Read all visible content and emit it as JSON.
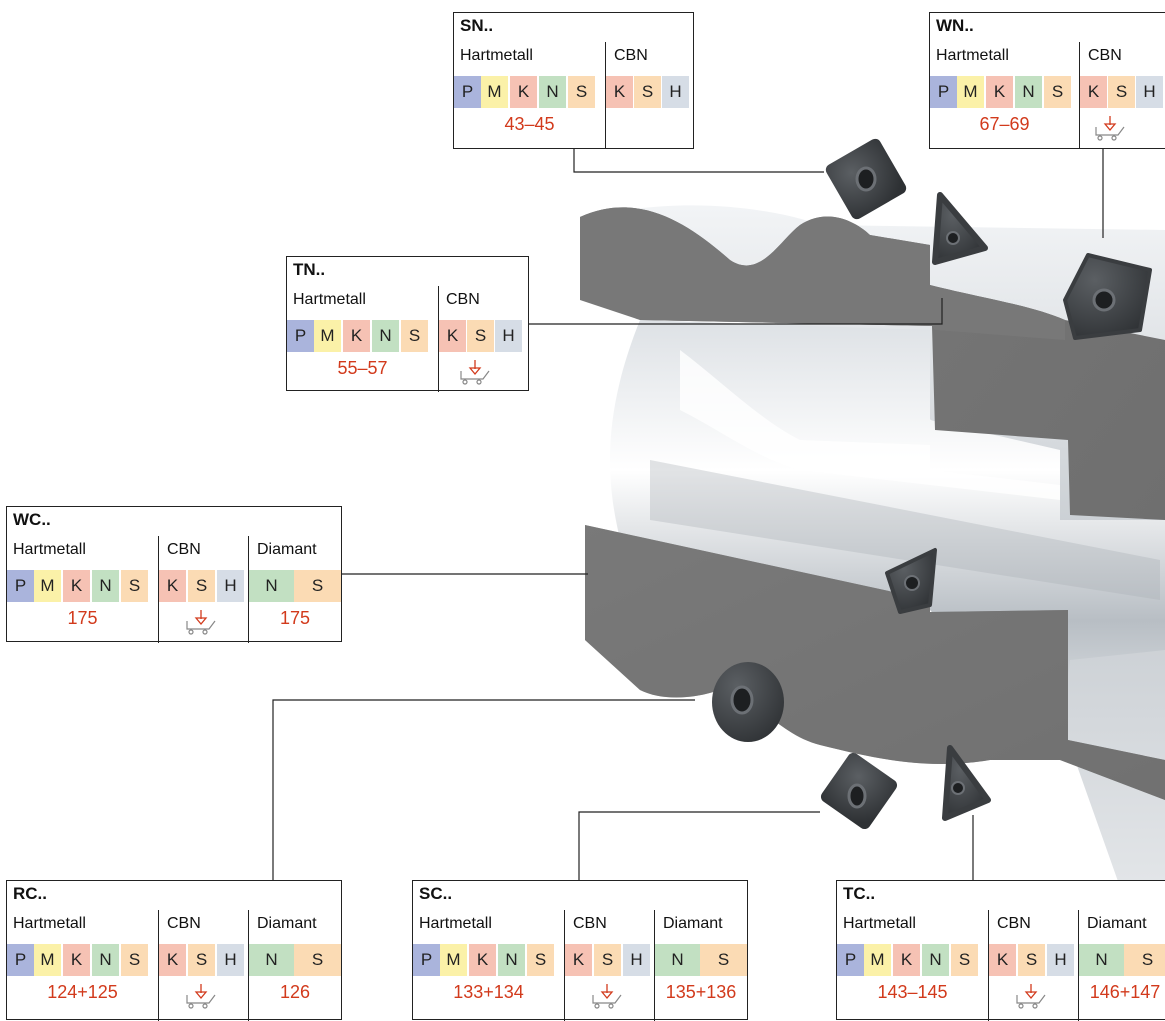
{
  "colors": {
    "P": "#aab4dc",
    "M": "#fbf1a8",
    "K": "#f6c2b4",
    "N": "#c2e0c2",
    "S": "#fbdbb4",
    "H": "#d6dde6",
    "value": "#d23a1c",
    "symbol": "#d23a1c"
  },
  "group_labels": {
    "carbide": "Hartmetall",
    "cbn": "CBN",
    "diamond": "Diamant"
  },
  "symbol_icon": "cbn-insert-symbol-icon",
  "boxes": [
    {
      "id": "sn",
      "title": "SN..",
      "carbide_value": "43–45",
      "cbn_symbol": false
    },
    {
      "id": "wn",
      "title": "WN..",
      "carbide_value": "67–69",
      "cbn_symbol": true
    },
    {
      "id": "tn",
      "title": "TN..",
      "carbide_value": "55–57",
      "cbn_symbol": true
    },
    {
      "id": "wc",
      "title": "WC..",
      "carbide_value": "175",
      "cbn_symbol": true,
      "diamond_value": "175"
    },
    {
      "id": "rc",
      "title": "RC..",
      "carbide_value": "124+125",
      "cbn_symbol": true,
      "diamond_value": "126"
    },
    {
      "id": "sc",
      "title": "SC..",
      "carbide_value": "133+134",
      "cbn_symbol": true,
      "diamond_value": "135+136"
    },
    {
      "id": "tc",
      "title": "TC..",
      "carbide_value": "143–145",
      "cbn_symbol": true,
      "diamond_value": "146+147"
    }
  ]
}
